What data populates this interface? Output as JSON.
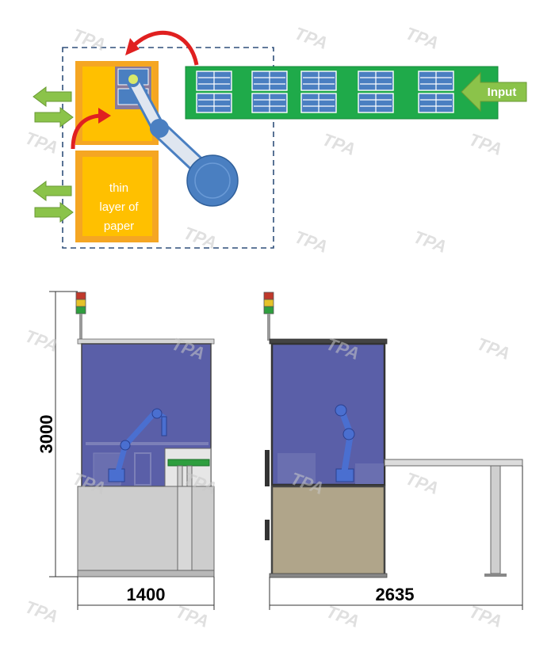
{
  "top_diagram": {
    "input_label": "Input",
    "station_label": "thin layer of paper",
    "station_label_lines": [
      "thin",
      "layer of",
      "paper"
    ]
  },
  "front_view": {
    "height_dimension": "3000",
    "width_dimension": "1400"
  },
  "side_view": {
    "width_dimension": "2635"
  },
  "watermark": "TPA",
  "colors": {
    "conveyor": "#1faa4a",
    "pallet": "#f5a623",
    "pallet_inner": "#ffc000",
    "robot": "#4a7fc1",
    "arrow_green": "#7cb342",
    "arrow_red": "#e02020",
    "cabinet_glass": "#5a5fa8",
    "cabinet_frame": "#9a9a9a",
    "side_panel": "#b0a58a"
  }
}
